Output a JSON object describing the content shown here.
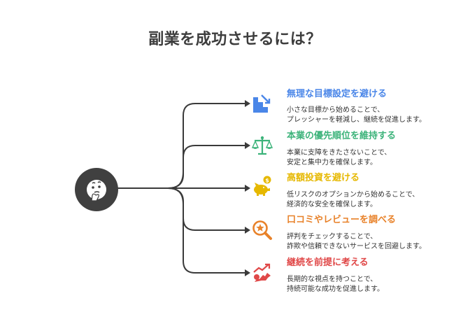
{
  "title": "副業を成功させるには？",
  "center": {
    "icon": "thinking-face-icon"
  },
  "items": [
    {
      "title": "無理な目標設定を避ける",
      "desc": [
        "小さな目標から始めることで、",
        "プレッシャーを軽減し、継続を促進します。"
      ],
      "color": "#4a86e8",
      "icon": "descending-steps-icon"
    },
    {
      "title": "本業の優先順位を維持する",
      "desc": [
        "本業に支障をきたさないことで、",
        "安定と集中力を確保します。"
      ],
      "color": "#3cb37a",
      "icon": "balance-scale-icon"
    },
    {
      "title": "高額投資を避ける",
      "desc": [
        "低リスクのオプションから始めることで、",
        "経済的な安全を確保します。"
      ],
      "color": "#e6b800",
      "icon": "piggy-bank-icon"
    },
    {
      "title": "口コミやレビューを調べる",
      "desc": [
        "評判をチェックすることで、",
        "詐欺や信頼できないサービスを回避します。"
      ],
      "color": "#e8822a",
      "icon": "magnifier-star-icon"
    },
    {
      "title": "継続を前提に考える",
      "desc": [
        "長期的な視点を持つことで、",
        "持続可能な成功を促進します。"
      ],
      "color": "#e04848",
      "icon": "growth-chart-icon"
    }
  ]
}
